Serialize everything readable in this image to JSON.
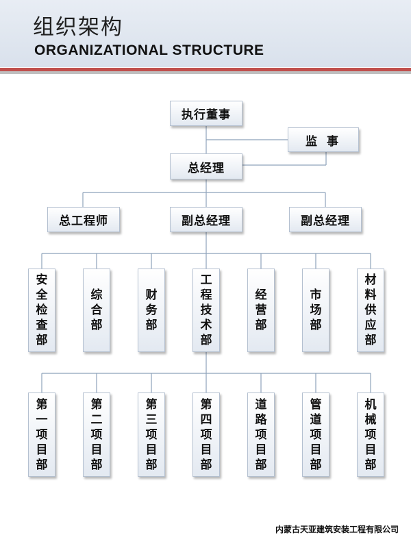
{
  "header": {
    "title_cn": "组织架构",
    "title_en": "ORGANIZATIONAL STRUCTURE"
  },
  "chart": {
    "executive": "执行董事",
    "supervisor": "监 事",
    "general_manager": "总经理",
    "managers": [
      "总工程师",
      "副总经理",
      "副总经理"
    ],
    "departments": [
      "安全检查部",
      "综合部",
      "财务部",
      "工程技术部",
      "经营部",
      "市场部",
      "材料供应部"
    ],
    "projects": [
      "第一项目部",
      "第二项目部",
      "第三项目部",
      "第四项目部",
      "道路项目部",
      "管道项目部",
      "机械项目部"
    ]
  },
  "footer": {
    "company": "内蒙古天亚建筑安装工程有限公司"
  }
}
